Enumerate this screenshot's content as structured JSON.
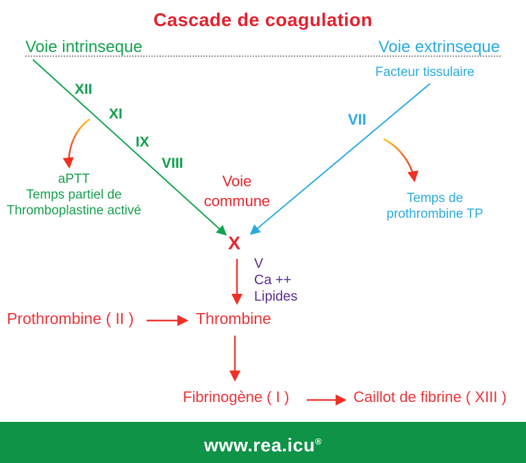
{
  "title": "Cascade de coagulation",
  "pathways": {
    "intrinsic": {
      "label": "Voie intrinseque",
      "factors": [
        "XII",
        "XI",
        "IX",
        "VIII"
      ],
      "test": {
        "line1": "aPTT",
        "line2": "Temps partiel de",
        "line3": "Thromboplastine activé"
      }
    },
    "extrinsic": {
      "label": "Voie extrinseque",
      "trigger": "Facteur tissulaire",
      "factor": "VII",
      "test": {
        "line1": "Temps de",
        "line2": "prothrombine TP"
      }
    },
    "common": {
      "label_line1": "Voie",
      "label_line2": "commune",
      "factor": "X",
      "cofactors": [
        "V",
        "Ca ++",
        "Lipides"
      ]
    }
  },
  "flow": {
    "prothrombine": "Prothrombine ( II )",
    "thrombine": "Thrombine",
    "fibrinogene": "Fibrinogène ( I )",
    "caillot": "Caillot de fibrine ( XIII )"
  },
  "footer": {
    "site": "www.rea.icu",
    "reg": "®"
  },
  "colors": {
    "title_red": "#e4202c",
    "flow_red": "#ed3338",
    "green": "#13a24e",
    "blue": "#29abe2",
    "purple": "#5c2d91",
    "footer_green": "#0e9347",
    "arrow_gradient_start": "#fdc70c",
    "arrow_gradient_end": "#ee3124"
  }
}
